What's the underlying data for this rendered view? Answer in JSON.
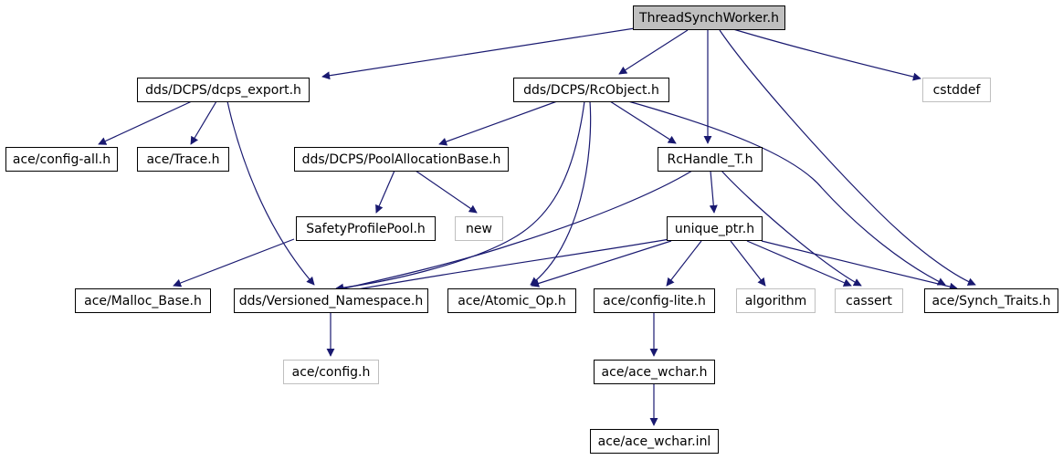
{
  "colors": {
    "edge": "#191970",
    "node_border": "#000000",
    "external_border": "#bfbfbf",
    "root_fill": "#bfbfbf",
    "node_fill": "#ffffff"
  },
  "nodes": [
    {
      "id": "root",
      "label": "ThreadSynchWorker.h",
      "kind": "root"
    },
    {
      "id": "dcps_export",
      "label": "dds/DCPS/dcps_export.h",
      "kind": "header"
    },
    {
      "id": "rcobject",
      "label": "dds/DCPS/RcObject.h",
      "kind": "header"
    },
    {
      "id": "cstddef",
      "label": "cstddef",
      "kind": "external"
    },
    {
      "id": "config_all",
      "label": "ace/config-all.h",
      "kind": "header"
    },
    {
      "id": "trace",
      "label": "ace/Trace.h",
      "kind": "header"
    },
    {
      "id": "poolalloc",
      "label": "dds/DCPS/PoolAllocationBase.h",
      "kind": "header"
    },
    {
      "id": "rchandle",
      "label": "RcHandle_T.h",
      "kind": "header"
    },
    {
      "id": "safety",
      "label": "SafetyProfilePool.h",
      "kind": "header"
    },
    {
      "id": "new",
      "label": "new",
      "kind": "external"
    },
    {
      "id": "unique_ptr",
      "label": "unique_ptr.h",
      "kind": "header"
    },
    {
      "id": "malloc",
      "label": "ace/Malloc_Base.h",
      "kind": "header"
    },
    {
      "id": "versioned",
      "label": "dds/Versioned_Namespace.h",
      "kind": "header"
    },
    {
      "id": "atomic",
      "label": "ace/Atomic_Op.h",
      "kind": "header"
    },
    {
      "id": "config_lite",
      "label": "ace/config-lite.h",
      "kind": "header"
    },
    {
      "id": "algorithm",
      "label": "algorithm",
      "kind": "external"
    },
    {
      "id": "cassert",
      "label": "cassert",
      "kind": "external"
    },
    {
      "id": "synch",
      "label": "ace/Synch_Traits.h",
      "kind": "header"
    },
    {
      "id": "config",
      "label": "ace/config.h",
      "kind": "external"
    },
    {
      "id": "wchar",
      "label": "ace/ace_wchar.h",
      "kind": "header"
    },
    {
      "id": "wchar_inl",
      "label": "ace/ace_wchar.inl",
      "kind": "header"
    }
  ],
  "edges": [
    [
      "root",
      "dcps_export"
    ],
    [
      "root",
      "rcobject"
    ],
    [
      "root",
      "rchandle"
    ],
    [
      "root",
      "synch"
    ],
    [
      "root",
      "cstddef"
    ],
    [
      "dcps_export",
      "config_all"
    ],
    [
      "dcps_export",
      "trace"
    ],
    [
      "dcps_export",
      "versioned"
    ],
    [
      "rcobject",
      "poolalloc"
    ],
    [
      "rcobject",
      "rchandle"
    ],
    [
      "rcobject",
      "versioned"
    ],
    [
      "rcobject",
      "atomic"
    ],
    [
      "rcobject",
      "synch"
    ],
    [
      "poolalloc",
      "safety"
    ],
    [
      "poolalloc",
      "new"
    ],
    [
      "safety",
      "malloc"
    ],
    [
      "rchandle",
      "unique_ptr"
    ],
    [
      "rchandle",
      "versioned"
    ],
    [
      "rchandle",
      "cassert"
    ],
    [
      "unique_ptr",
      "versioned"
    ],
    [
      "unique_ptr",
      "atomic"
    ],
    [
      "unique_ptr",
      "config_lite"
    ],
    [
      "unique_ptr",
      "algorithm"
    ],
    [
      "unique_ptr",
      "cassert"
    ],
    [
      "unique_ptr",
      "synch"
    ],
    [
      "versioned",
      "config"
    ],
    [
      "config_lite",
      "wchar"
    ],
    [
      "wchar",
      "wchar_inl"
    ]
  ]
}
